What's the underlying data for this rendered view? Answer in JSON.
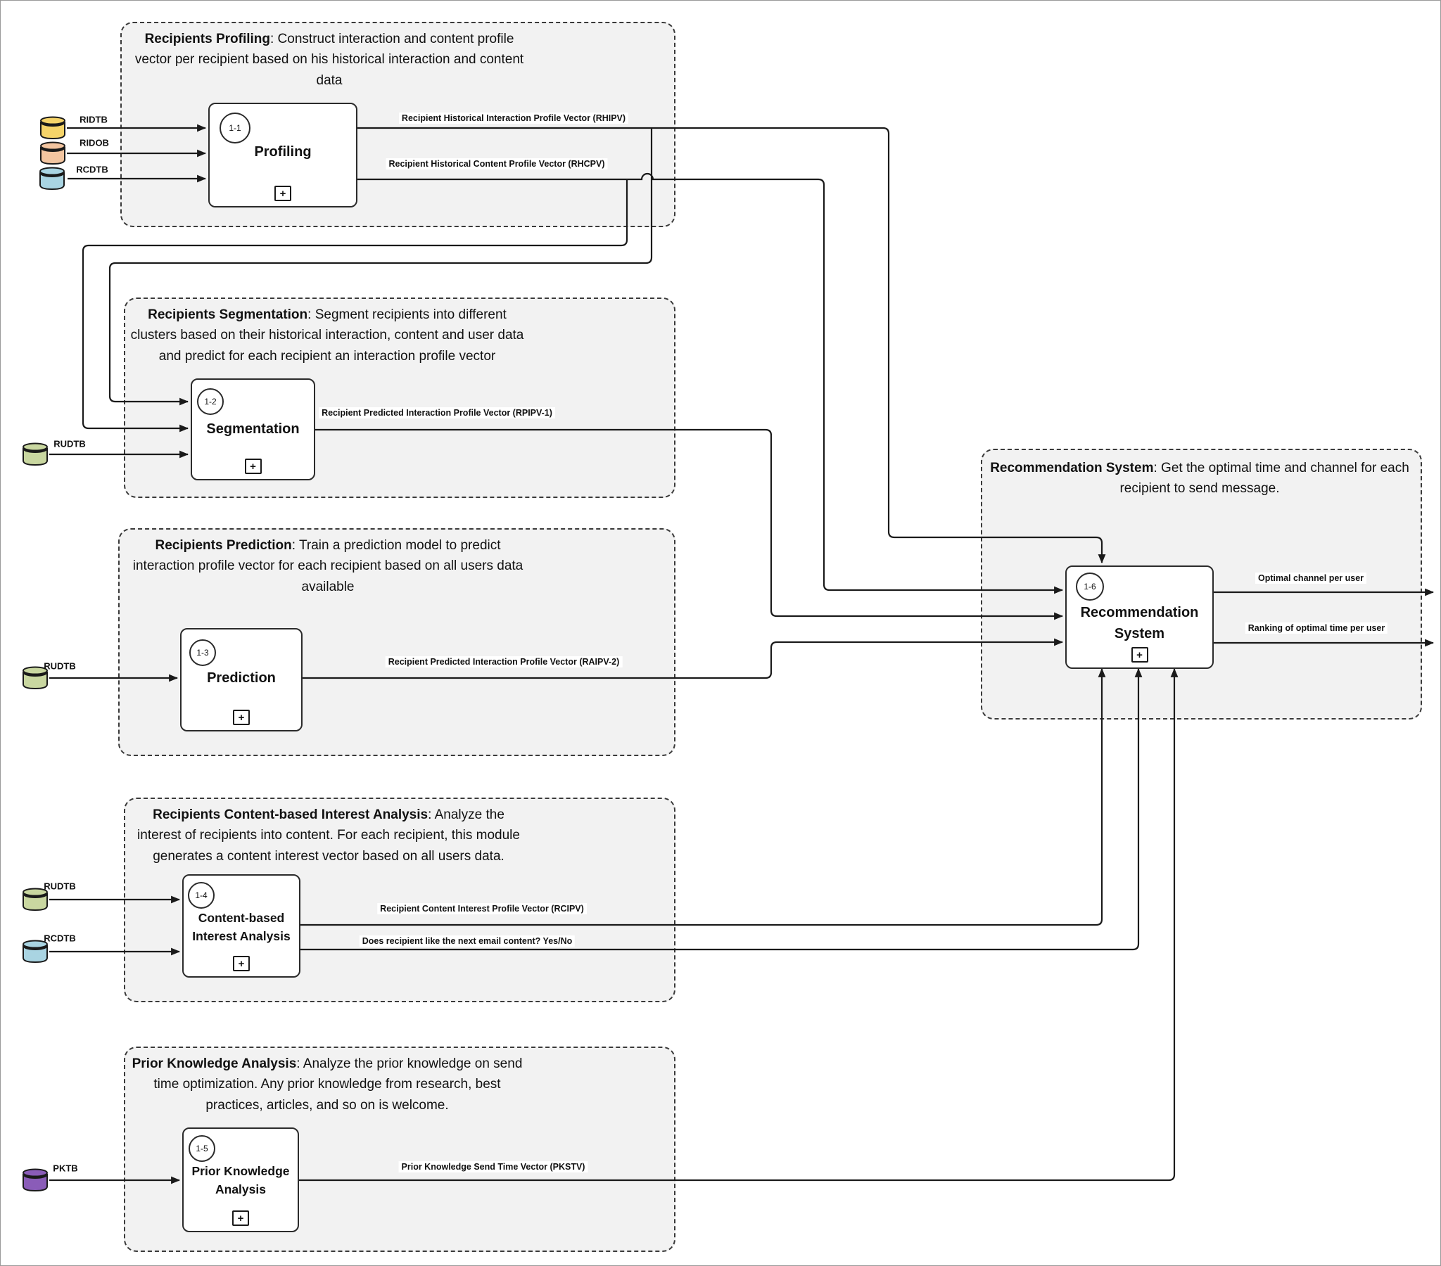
{
  "ui": {
    "expand_glyph": "+"
  },
  "modules": [
    {
      "title_bold": "Recipients Profiling",
      "title_rest": ": Construct interaction and content profile vector per recipient based on his historical interaction and content data",
      "process": {
        "number": "1-1",
        "line1": "Profiling",
        "line2": ""
      }
    },
    {
      "title_bold": "Recipients Segmentation",
      "title_rest": ": Segment recipients into different clusters based on their historical interaction, content and user data and predict for each recipient an interaction profile vector",
      "process": {
        "number": "1-2",
        "line1": "Segmentation",
        "line2": ""
      }
    },
    {
      "title_bold": "Recipients Prediction",
      "title_rest": ": Train a prediction model to predict interaction profile vector for each recipient based on all users data available",
      "process": {
        "number": "1-3",
        "line1": "Prediction",
        "line2": ""
      }
    },
    {
      "title_bold": "Recipients Content-based Interest Analysis",
      "title_rest": ": Analyze the interest of recipients into content. For each recipient, this module generates a content interest vector based on all users data.",
      "process": {
        "number": "1-4",
        "line1": "Content-based",
        "line2": "Interest Analysis"
      }
    },
    {
      "title_bold": "Prior Knowledge Analysis",
      "title_rest": ": Analyze the prior knowledge on send time optimization. Any prior knowledge from research, best practices, articles, and so on is welcome.",
      "process": {
        "number": "1-5",
        "line1": "Prior Knowledge",
        "line2": "Analysis"
      }
    },
    {
      "title_bold": "Recommendation System",
      "title_rest": ": Get the optimal time and channel for each recipient to send message.",
      "process": {
        "number": "1-6",
        "line1": "Recommendation",
        "line2": "System"
      }
    }
  ],
  "datastores": [
    {
      "name": "RIDTB",
      "color": "#f6d469"
    },
    {
      "name": "RIDOB",
      "color": "#f3c5a0"
    },
    {
      "name": "RCDTB",
      "color": "#a9d4e2"
    },
    {
      "name": "RUDTB",
      "color": "#c9d7a0"
    },
    {
      "name": "RUDTB",
      "color": "#c9d7a0"
    },
    {
      "name": "RUDTB",
      "color": "#c9d7a0"
    },
    {
      "name": "RCDTB",
      "color": "#a9d4e2"
    },
    {
      "name": "PKTB",
      "color": "#8a5cb8"
    }
  ],
  "flows": [
    {
      "label": "Recipient Historical Interaction Profile Vector (RHIPV)"
    },
    {
      "label": "Recipient Historical Content Profile Vector (RHCPV)"
    },
    {
      "label": "Recipient Predicted Interaction Profile Vector (RPIPV-1)"
    },
    {
      "label": "Recipient Predicted Interaction Profile Vector (RAIPV-2)"
    },
    {
      "label": "Recipient Content Interest Profile Vector (RCIPV)"
    },
    {
      "label": "Does recipient like the next email content? Yes/No"
    },
    {
      "label": "Prior Knowledge Send Time Vector (PKSTV)"
    },
    {
      "label": "Optimal channel per user"
    },
    {
      "label": "Ranking of optimal time per user"
    }
  ]
}
